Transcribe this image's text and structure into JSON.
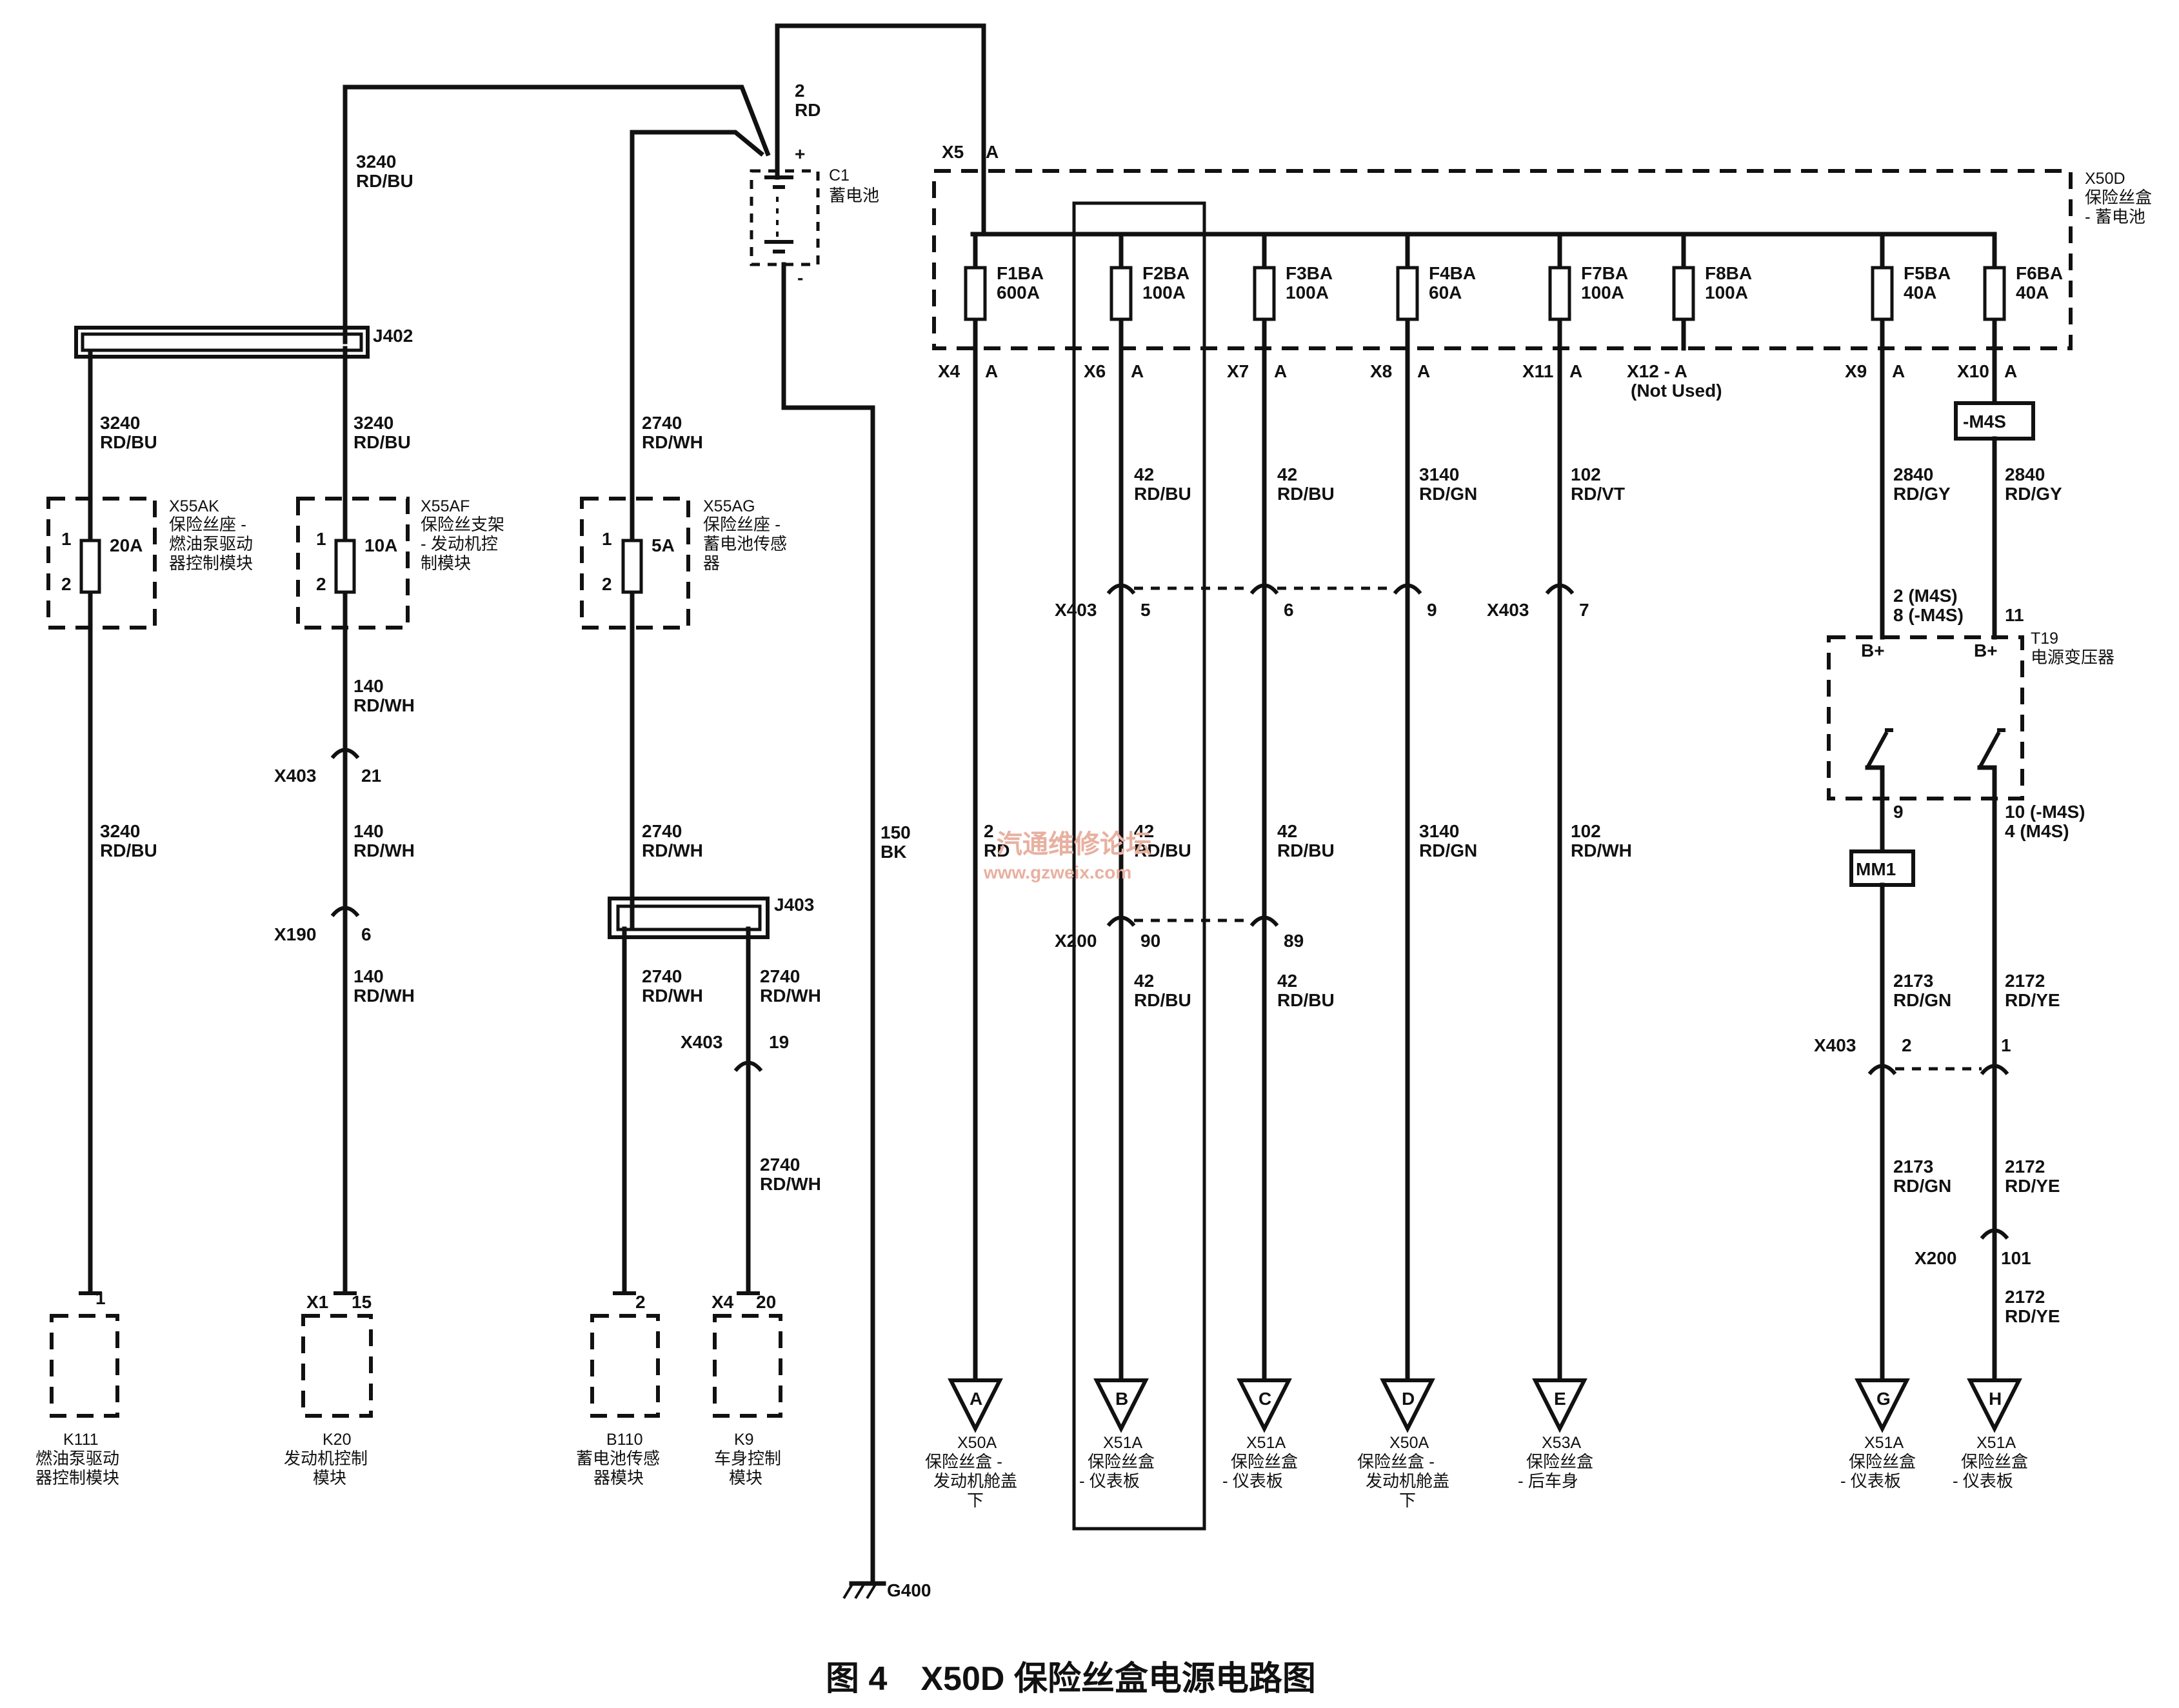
{
  "caption": "图 4　X50D 保险丝盒电源电路图",
  "watermark": [
    "汽通维修论坛",
    "www.gzweix.com"
  ],
  "battery": {
    "ref": "C1",
    "name": "蓄电池",
    "plus": "+",
    "minus": "-",
    "positive_circuit": "2",
    "positive_color": "RD",
    "ground_circuit": "150",
    "ground_color": "BK",
    "ground": "G400"
  },
  "fuse_box": {
    "ref": "X50D",
    "name": [
      "保险丝盒",
      "- 蓄电池"
    ],
    "input_connector": "X5",
    "input_pin": "A",
    "fuses": [
      {
        "name": "F1BA",
        "rating": "600A",
        "connector": "X4",
        "pin": "A"
      },
      {
        "name": "F2BA",
        "rating": "100A",
        "connector": "X6",
        "pin": "A"
      },
      {
        "name": "F3BA",
        "rating": "100A",
        "connector": "X7",
        "pin": "A"
      },
      {
        "name": "F4BA",
        "rating": "60A",
        "connector": "X8",
        "pin": "A"
      },
      {
        "name": "F7BA",
        "rating": "100A",
        "connector": "X11",
        "pin": "A"
      },
      {
        "name": "F8BA",
        "rating": "100A",
        "connector": "X12 - A",
        "pin": "(Not Used)"
      },
      {
        "name": "F5BA",
        "rating": "40A",
        "connector": "X9",
        "pin": "A"
      },
      {
        "name": "F6BA",
        "rating": "40A",
        "connector": "X10",
        "pin": "A"
      }
    ]
  },
  "left_branch": {
    "main_wire": {
      "circuit": "3240",
      "color": "RD/BU"
    },
    "splice": "J402",
    "k111": {
      "wire1": {
        "circuit": "3240",
        "color": "RD/BU"
      },
      "fuse": {
        "ref": "X55AK",
        "name": [
          "保险丝座 -",
          "燃油泵驱动",
          "器控制模块"
        ],
        "rating": "20A",
        "pin_in": "1",
        "pin_out": "2"
      },
      "wire2": {
        "circuit": "3240",
        "color": "RD/BU"
      },
      "pin": "1",
      "module": {
        "ref": "K111",
        "name": [
          "燃油泵驱动",
          "器控制模块"
        ]
      }
    },
    "k20": {
      "wire1": {
        "circuit": "3240",
        "color": "RD/BU"
      },
      "fuse": {
        "ref": "X55AF",
        "name": [
          "保险丝支架",
          "- 发动机控",
          "制模块"
        ],
        "rating": "10A",
        "pin_in": "1",
        "pin_out": "2"
      },
      "wire2": {
        "circuit": "140",
        "color": "RD/WH"
      },
      "conn1": {
        "ref": "X403",
        "pin": "21"
      },
      "wire3": {
        "circuit": "140",
        "color": "RD/WH"
      },
      "conn2": {
        "ref": "X190",
        "pin": "6"
      },
      "wire4": {
        "circuit": "140",
        "color": "RD/WH"
      },
      "conn_ref": "X1",
      "pin": "15",
      "module": {
        "ref": "K20",
        "name": [
          "发动机控制",
          "模块"
        ]
      }
    }
  },
  "battery_sensor_branch": {
    "wire1": {
      "circuit": "2740",
      "color": "RD/WH"
    },
    "fuse": {
      "ref": "X55AG",
      "name": [
        "保险丝座 -",
        "蓄电池传感",
        "器"
      ],
      "rating": "5A",
      "pin_in": "1",
      "pin_out": "2"
    },
    "wire2": {
      "circuit": "2740",
      "color": "RD/WH"
    },
    "splice": "J403",
    "b110": {
      "wire": {
        "circuit": "2740",
        "color": "RD/WH"
      },
      "pin": "2",
      "module": {
        "ref": "B110",
        "name": [
          "蓄电池传感",
          "器模块"
        ]
      }
    },
    "k9": {
      "wire1": {
        "circuit": "2740",
        "color": "RD/WH"
      },
      "conn1": {
        "ref": "X403",
        "pin": "19"
      },
      "wire2": {
        "circuit": "2740",
        "color": "RD/WH"
      },
      "conn_ref": "X4",
      "pin": "20",
      "module": {
        "ref": "K9",
        "name": [
          "车身控制",
          "模块"
        ]
      }
    }
  },
  "outputs": {
    "A": {
      "wire": {
        "circuit": "2",
        "color": "RD"
      },
      "label": "A",
      "dest": [
        "X50A",
        "保险丝盒 -",
        "发动机舱盖",
        "下"
      ]
    },
    "B": {
      "wire1": {
        "circuit": "42",
        "color": "RD/BU"
      },
      "conn1": {
        "ref": "X403",
        "pin": "5"
      },
      "wire2": {
        "circuit": "42",
        "color": "RD/BU"
      },
      "conn2": {
        "ref": "X200",
        "pin": "90"
      },
      "wire3": {
        "circuit": "42",
        "color": "RD/BU"
      },
      "label": "B",
      "dest": [
        "X51A",
        "保险丝盒",
        "- 仪表板"
      ]
    },
    "C": {
      "wire1": {
        "circuit": "42",
        "color": "RD/BU"
      },
      "conn1_pin": "6",
      "wire2": {
        "circuit": "42",
        "color": "RD/BU"
      },
      "conn2_pin": "89",
      "wire3": {
        "circuit": "42",
        "color": "RD/BU"
      },
      "label": "C",
      "dest": [
        "X51A",
        "保险丝盒",
        "- 仪表板"
      ]
    },
    "D": {
      "wire1": {
        "circuit": "3140",
        "color": "RD/GN"
      },
      "conn1_pin": "9",
      "wire2": {
        "circuit": "3140",
        "color": "RD/GN"
      },
      "label": "D",
      "dest": [
        "X50A",
        "保险丝盒 -",
        "发动机舱盖",
        "下"
      ]
    },
    "E": {
      "wire1": {
        "circuit": "102",
        "color": "RD/VT"
      },
      "conn1": {
        "ref": "X403",
        "pin": "7"
      },
      "wire2": {
        "circuit": "102",
        "color": "RD/WH"
      },
      "label": "E",
      "dest": [
        "X53A",
        "保险丝盒",
        "- 后车身"
      ]
    },
    "G": {
      "wire1": {
        "circuit": "2840",
        "color": "RD/GY"
      },
      "t19_pin": [
        "2 (M4S)",
        "8 (-M4S)"
      ],
      "t19_out_pin": "9",
      "option": "MM1",
      "wire2": {
        "circuit": "2173",
        "color": "RD/GN"
      },
      "conn1": {
        "ref": "X403",
        "pin": "2"
      },
      "wire3": {
        "circuit": "2173",
        "color": "RD/GN"
      },
      "label": "G",
      "dest": [
        "X51A",
        "保险丝盒",
        "- 仪表板"
      ]
    },
    "H": {
      "option_top": "-M4S",
      "wire1": {
        "circuit": "2840",
        "color": "RD/GY"
      },
      "t19_pin": "11",
      "t19_out_pin": [
        "10 (-M4S)",
        "4 (M4S)"
      ],
      "wire2": {
        "circuit": "2172",
        "color": "RD/YE"
      },
      "conn1_pin": "1",
      "wire3": {
        "circuit": "2172",
        "color": "RD/YE"
      },
      "conn2": {
        "ref": "X200",
        "pin": "101"
      },
      "wire4": {
        "circuit": "2172",
        "color": "RD/YE"
      },
      "label": "H",
      "dest": [
        "X51A",
        "保险丝盒",
        "- 仪表板"
      ]
    }
  },
  "transformer": {
    "ref": "T19",
    "name": "电源变压器",
    "terminal": "B+"
  }
}
